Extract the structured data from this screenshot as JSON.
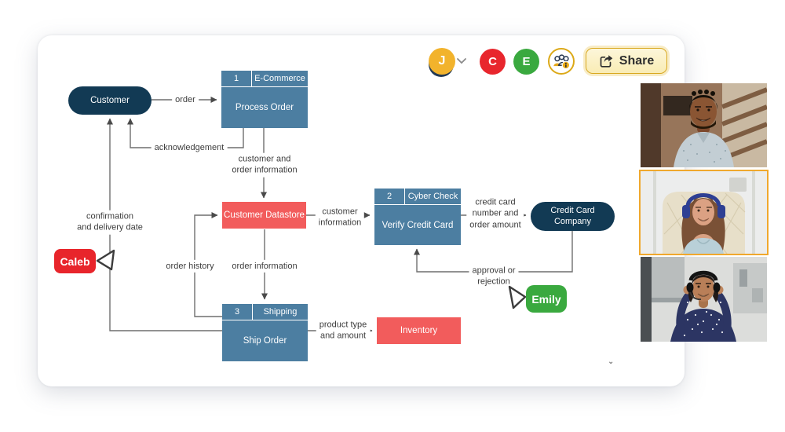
{
  "toolbar": {
    "user_avatar": {
      "initial": "J",
      "color": "#f2b32c"
    },
    "collaborator_avatars": [
      {
        "initial": "C",
        "color": "#e8262d"
      },
      {
        "initial": "E",
        "color": "#3aa93f"
      }
    ],
    "share_button": {
      "label": "Share"
    },
    "accent_gold": "#dca918"
  },
  "diagram": {
    "nodes": {
      "customer": {
        "label": "Customer"
      },
      "process_order": {
        "number": "1",
        "category": "E-Commerce",
        "label": "Process Order"
      },
      "customer_datastore": {
        "label": "Customer Datastore"
      },
      "verify_credit_card": {
        "number": "2",
        "category": "Cyber Check",
        "label": "Verify Credit Card"
      },
      "credit_card_company": {
        "label": "Credit Card\nCompany"
      },
      "ship_order": {
        "number": "3",
        "category": "Shipping",
        "label": "Ship Order"
      },
      "inventory": {
        "label": "Inventory"
      }
    },
    "edge_labels": {
      "order": "order",
      "acknowledgement": "acknowledgement",
      "customer_order_info": "customer and\norder information",
      "customer_info": "customer\ninformation",
      "cc_number": "credit card\nnumber and\norder amount",
      "approval": "approval or\nrejection",
      "order_history": "order history",
      "order_info": "order information",
      "confirmation": "confirmation\nand delivery date",
      "product_type": "product type\nand amount"
    },
    "colors": {
      "entity_navy": "#123a54",
      "process_blue": "#4c7ea1",
      "datastore_red": "#f25c5c",
      "line_gray": "#6f6f6f"
    }
  },
  "cursors": {
    "caleb": {
      "name": "Caleb",
      "color": "#e8252b"
    },
    "emily": {
      "name": "Emily",
      "color": "#3aa93f"
    }
  },
  "video_panel": {
    "active_border_color": "#f0a82d",
    "participants": [
      {
        "description": "smiling man in light patterned shirt"
      },
      {
        "description": "smiling woman wearing blue headphones (active speaker)"
      },
      {
        "description": "smiling woman wearing black headset"
      }
    ]
  }
}
